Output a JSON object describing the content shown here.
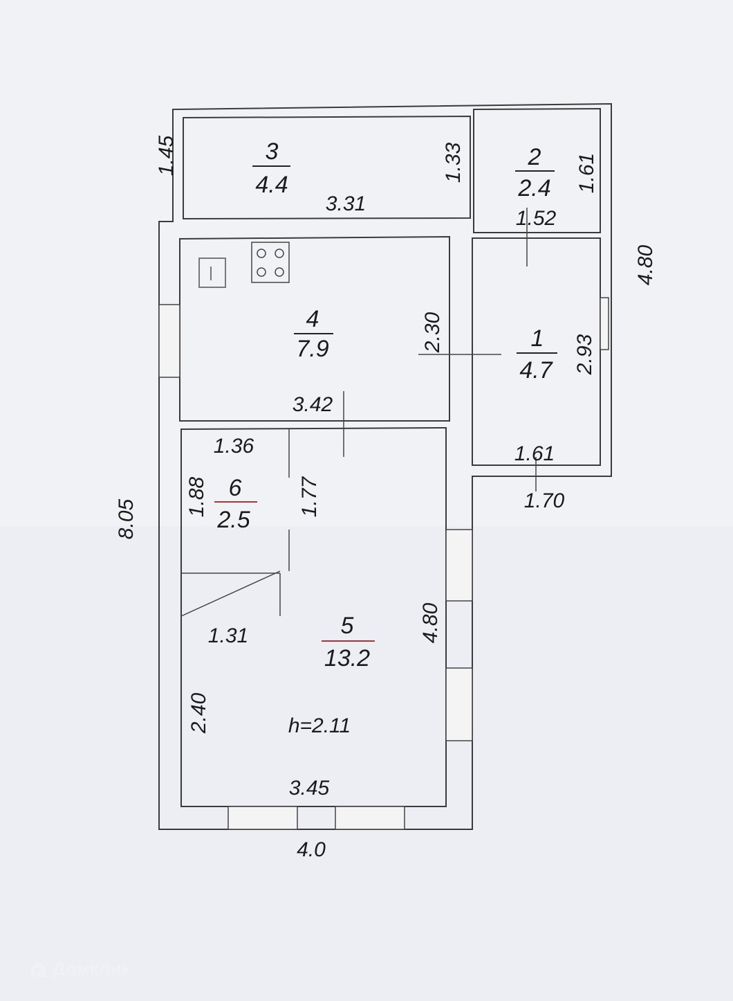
{
  "rooms": [
    {
      "number": "1",
      "area": "4.7"
    },
    {
      "number": "2",
      "area": "2.4"
    },
    {
      "number": "3",
      "area": "4.4"
    },
    {
      "number": "4",
      "area": "7.9"
    },
    {
      "number": "5",
      "area": "13.2"
    },
    {
      "number": "6",
      "area": "2.5"
    }
  ],
  "dimensions": {
    "annex_height": "1.45",
    "room3_width": "3.31",
    "room3_height": "1.33",
    "room2_height": "1.61",
    "room2_width": "1.52",
    "right_total": "4.80",
    "room4_height": "2.30",
    "room4_width": "3.42",
    "room1_height": "2.93",
    "room1_width": "1.61",
    "room1_outer": "1.70",
    "left_total": "8.05",
    "room6_width": "1.36",
    "room6_height": "1.88",
    "room6_side": "1.77",
    "stairs_width": "1.31",
    "room5_height": "4.80",
    "room5_lower": "2.40",
    "room5_width": "3.45",
    "bottom_total": "4.0"
  },
  "ceiling_height": "h=2.11",
  "watermark": "Домклик"
}
